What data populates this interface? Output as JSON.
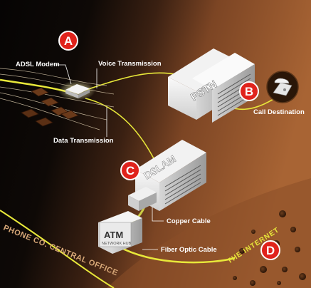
{
  "badges": {
    "a": "A",
    "b": "B",
    "c": "C",
    "d": "D"
  },
  "labels": {
    "adsl_modem": "ADSL Modem",
    "voice_transmission": "Voice Transmission",
    "data_transmission": "Data Transmission",
    "call_destination": "Call Destination",
    "copper_cable": "Copper Cable",
    "fiber_optic_cable": "Fiber Optic Cable"
  },
  "devices": {
    "pstn": "PSTN",
    "dslam": "DSLAM",
    "atm": "ATM",
    "atm_sub": "NETWORK HUB"
  },
  "regions": {
    "central_office": "PHONE CO. CENTRAL OFFICE",
    "internet": "THE INTERNET"
  },
  "colors": {
    "badge_red": "#e0231c",
    "fiber_yellow": "#e8e83a",
    "background_dark": "#0b0706",
    "background_brown": "#9b5a30",
    "equipment_white": "#eeeeee"
  }
}
